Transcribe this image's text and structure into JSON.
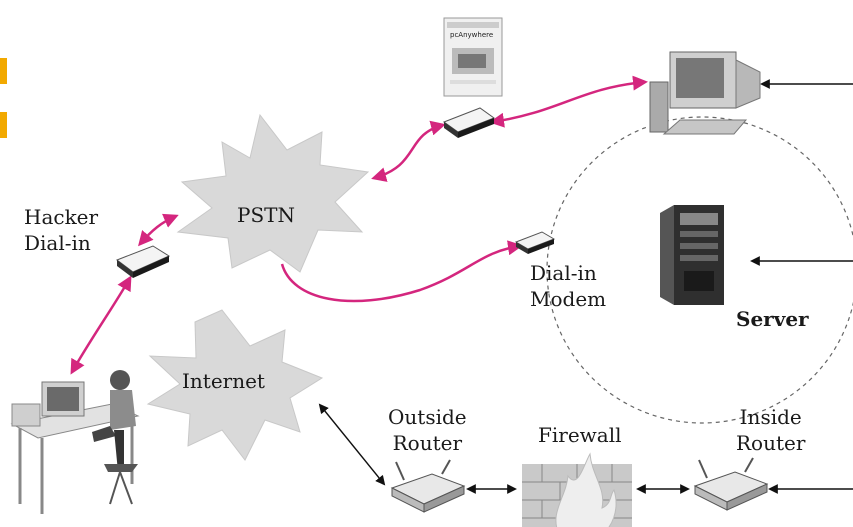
{
  "colors": {
    "dial_link": "#d4267e",
    "network_link": "#111111",
    "cloud": "#d9d9d9",
    "accent": "#f2a900"
  },
  "labels": {
    "hacker_dialin": [
      "Hacker",
      "Dial-in"
    ],
    "pstn": "PSTN",
    "internet": "Internet",
    "dialin_modem": [
      "Dial-in",
      "Modem"
    ],
    "server": "Server",
    "outside_router": [
      "Outside",
      "Router"
    ],
    "firewall": "Firewall",
    "inside_router": [
      "Inside",
      "Router"
    ],
    "software_box": "pcAnywhere"
  },
  "icons": [
    "hacker-workstation-icon",
    "modem-icon",
    "pstn-cloud-icon",
    "internet-cloud-icon",
    "software-box-icon",
    "desktop-computer-icon",
    "tower-server-icon",
    "router-icon",
    "firewall-icon"
  ]
}
